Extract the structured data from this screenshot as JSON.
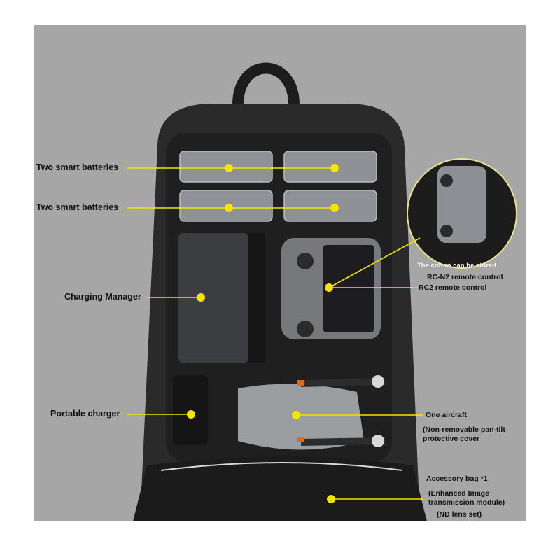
{
  "product_photo": {
    "background_color": "#a6a6a6",
    "accent_color": "#f5e400",
    "labels": {
      "batteries_top": "Two smart batteries",
      "batteries_bottom": "Two smart batteries",
      "charging_manager": "Charging Manager",
      "portable_charger": "Portable charger",
      "cotton_stored": "The cotton can be stored",
      "rc_n2": "RC-N2 remote control",
      "rc2": "RC2 remote control",
      "aircraft": "One aircraft",
      "aircraft_note_1": "(Non-removable pan-tilt",
      "aircraft_note_2": "protective cover",
      "accessory_bag": "Accessory bag *1",
      "accessory_note_1": "(Enhanced Image",
      "accessory_note_2": "transmission module)",
      "accessory_note_3": "(ND lens set)"
    }
  }
}
